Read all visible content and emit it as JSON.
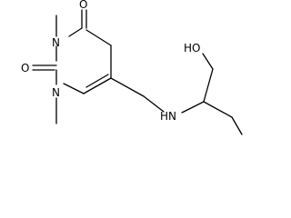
{
  "structure": {
    "atoms": {
      "oxygen_top": "O",
      "oxygen_left": "O",
      "nitrogen_3": "N",
      "nitrogen_1": "N",
      "nitrogen_amine": "HN",
      "hydroxyl": "HO"
    },
    "colors": {
      "ink": "#000000",
      "background": "#ffffff"
    }
  }
}
